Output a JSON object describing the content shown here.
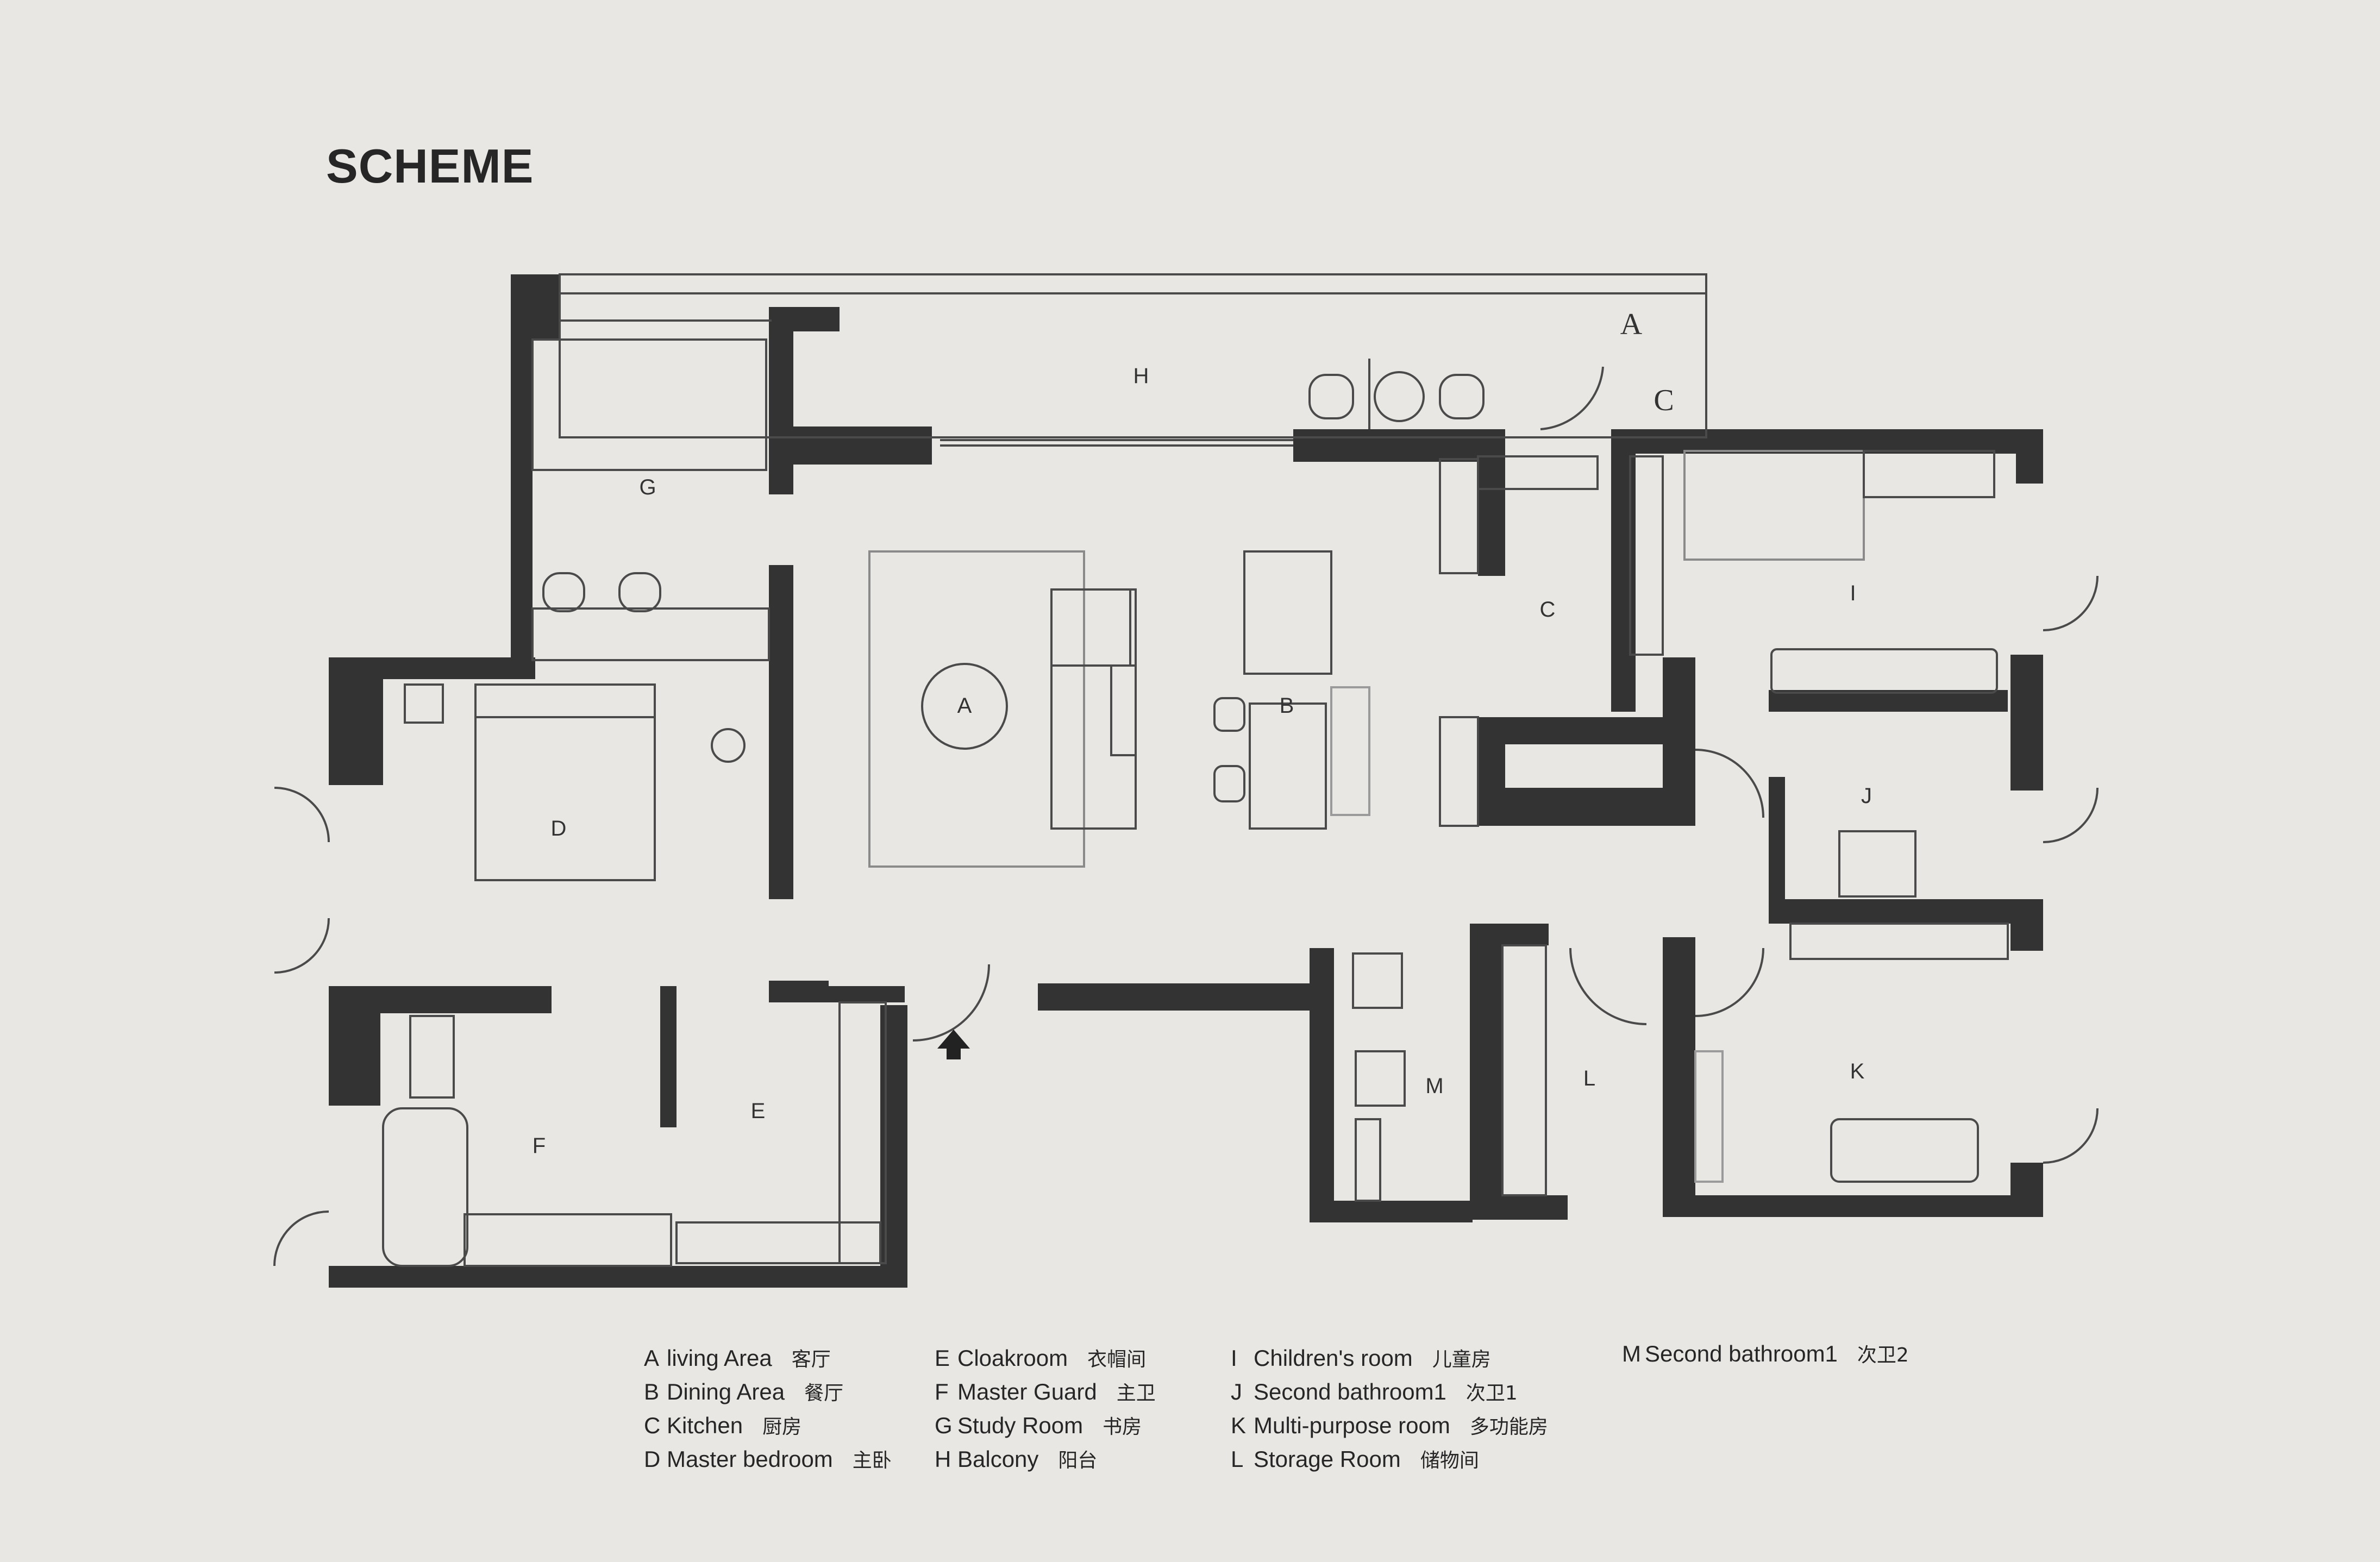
{
  "title": "SCHEME",
  "rooms": {
    "A": "A",
    "B": "B",
    "C": "C",
    "D": "D",
    "E": "E",
    "F": "F",
    "G": "G",
    "H": "H",
    "I": "I",
    "J": "J",
    "K": "K",
    "L": "L",
    "M": "M"
  },
  "corner_marks": {
    "a": "A",
    "c": "C"
  },
  "legend": [
    {
      "key": "A",
      "en": "living Area",
      "cn": "客厅"
    },
    {
      "key": "B",
      "en": "Dining Area",
      "cn": "餐厅"
    },
    {
      "key": "C",
      "en": "Kitchen",
      "cn": "厨房"
    },
    {
      "key": "D",
      "en": "Master bedroom",
      "cn": "主卧"
    },
    {
      "key": "E",
      "en": "Cloakroom",
      "cn": "衣帽间"
    },
    {
      "key": "F",
      "en": "Master Guard",
      "cn": "主卫"
    },
    {
      "key": "G",
      "en": "Study Room",
      "cn": "书房"
    },
    {
      "key": "H",
      "en": "Balcony",
      "cn": "阳台"
    },
    {
      "key": "I",
      "en": "Children's room",
      "cn": "儿童房"
    },
    {
      "key": "J",
      "en": "Second bathroom1",
      "cn": "次卫1"
    },
    {
      "key": "K",
      "en": "Multi-purpose room",
      "cn": "多功能房"
    },
    {
      "key": "L",
      "en": "Storage Room",
      "cn": "储物间"
    },
    {
      "key": "M",
      "en": "Second bathroom1",
      "cn": "次卫2"
    }
  ],
  "colors": {
    "background": "#e9e7e3",
    "wall": "#333333",
    "line": "#555555"
  }
}
